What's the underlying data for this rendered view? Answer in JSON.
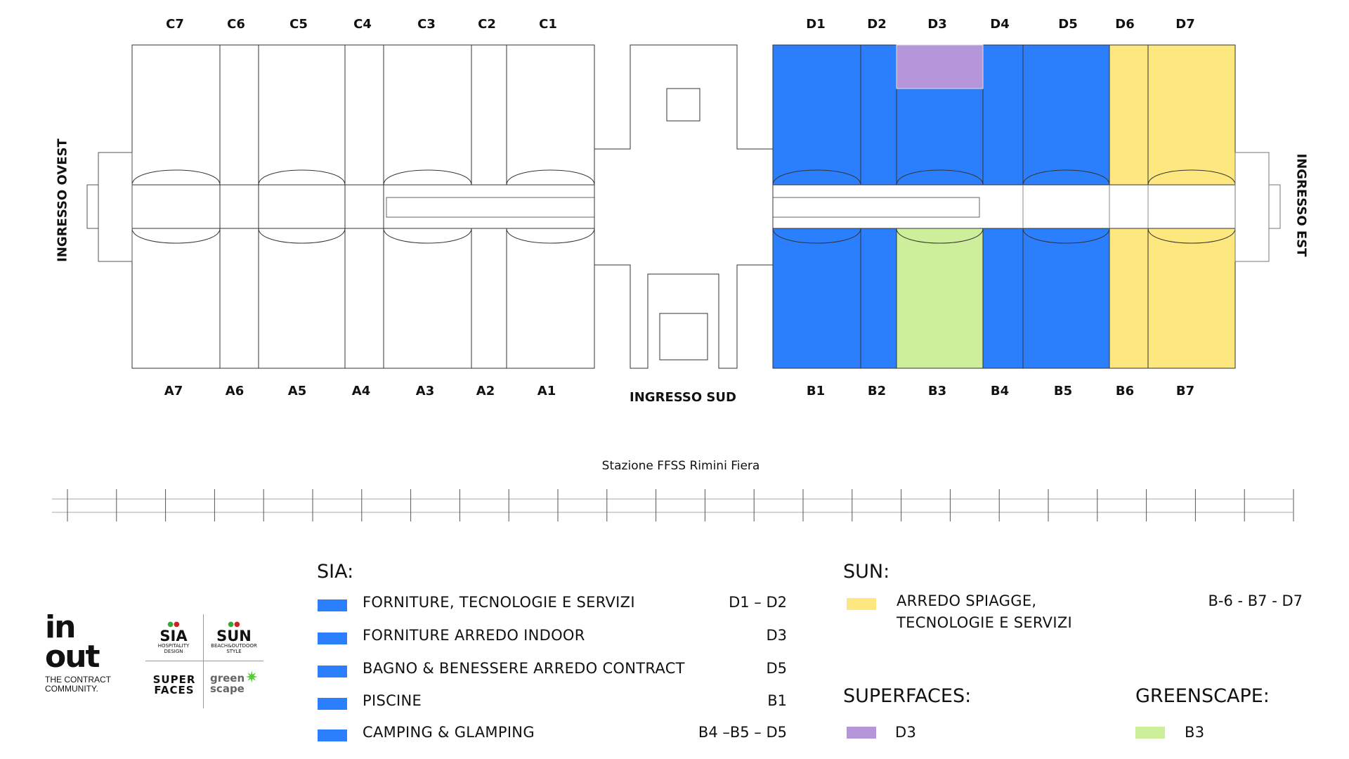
{
  "colors": {
    "sia": "#2b7ffc",
    "sun": "#fde77f",
    "superfaces": "#b596da",
    "greenscape": "#cdee9b",
    "empty": "#ffffff"
  },
  "top_left_labels": [
    "C7",
    "C6",
    "C5",
    "C4",
    "C3",
    "C2",
    "C1"
  ],
  "bottom_left_labels": [
    "A7",
    "A6",
    "A5",
    "A4",
    "A3",
    "A2",
    "A1"
  ],
  "top_right_labels": [
    "D1",
    "D2",
    "D3",
    "D4",
    "D5",
    "D6",
    "D7"
  ],
  "bottom_right_labels": [
    "B1",
    "B2",
    "B3",
    "B4",
    "B5",
    "B6",
    "B7"
  ],
  "halls_top_right": [
    "sia",
    "sia",
    "sia",
    "sia",
    "sia",
    "sun",
    "sun"
  ],
  "halls_bottom_right": [
    "sia",
    "sia",
    "greenscape",
    "sia",
    "sia",
    "sun",
    "sun"
  ],
  "entrances": {
    "west": "INGRESSO OVEST",
    "east": "INGRESSO EST",
    "south": "INGRESSO SUD"
  },
  "station": "Stazione FFSS Rimini Fiera",
  "legend": {
    "sia": {
      "title": "SIA:",
      "items": [
        {
          "label": "FORNITURE, TECNOLOGIE E SERVIZI",
          "code": "D1 – D2"
        },
        {
          "label": "FORNITURE ARREDO INDOOR",
          "code": "D3"
        },
        {
          "label": "BAGNO & BENESSERE ARREDO CONTRACT",
          "code": "D5"
        },
        {
          "label": "PISCINE",
          "code": "B1"
        },
        {
          "label": "CAMPING & GLAMPING",
          "code": "B4 –B5 – D5"
        }
      ]
    },
    "sun": {
      "title": "SUN:",
      "line1": "ARREDO SPIAGGE,",
      "line2": "TECNOLOGIE E SERVIZI",
      "code": "B-6 - B7 - D7"
    },
    "superfaces": {
      "title": "SUPERFACES:",
      "code": "D3"
    },
    "greenscape": {
      "title": "GREENSCAPE:",
      "code": "B3"
    }
  },
  "logos": {
    "inout": "in out",
    "inout_tagline1": "THE CONTRACT",
    "inout_tagline2": "COMMUNITY.",
    "sia": "SIA",
    "sia_sub": "HOSPITALITY DESIGN",
    "sun": "SUN",
    "sun_sub": "BEACH&OUTDOOR STYLE",
    "superfaces": "SUPER FACES",
    "greenscape": "green scape"
  }
}
